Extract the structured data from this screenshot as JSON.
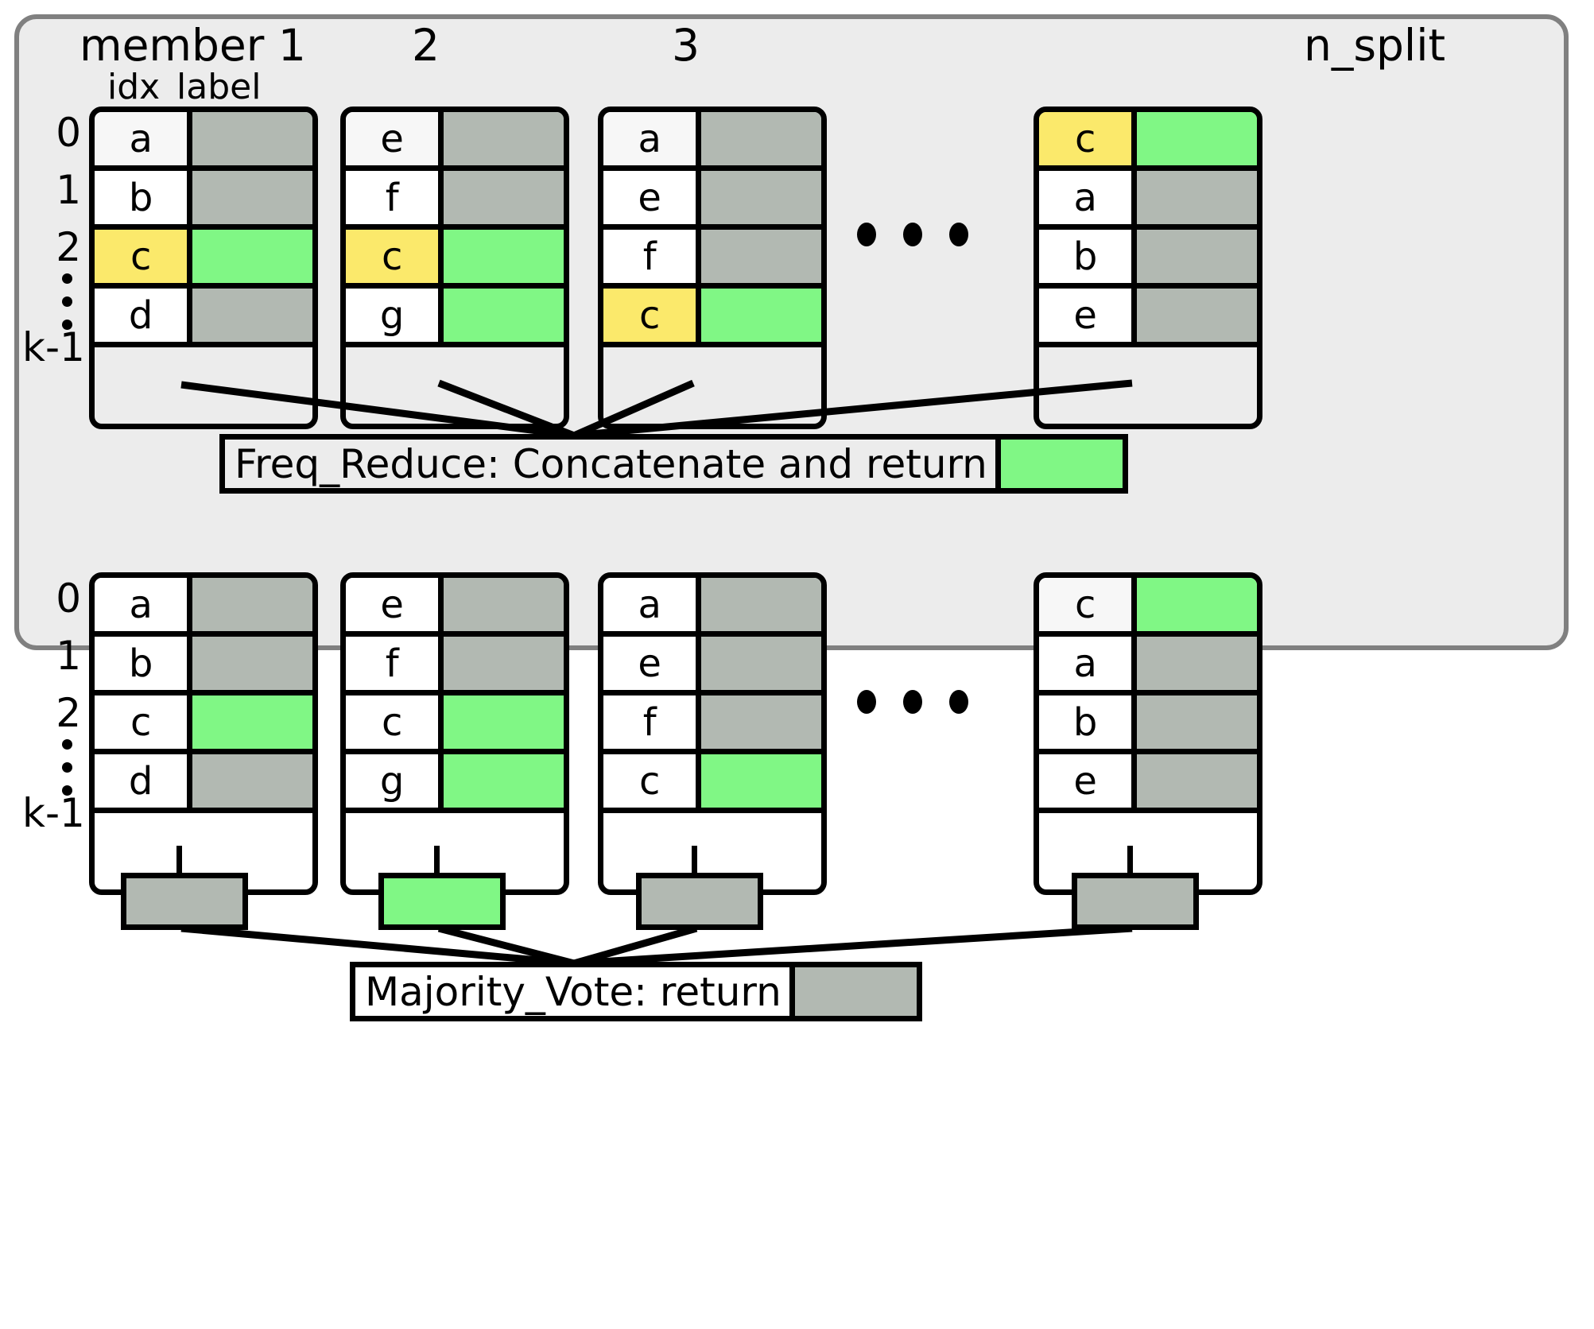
{
  "diagram": {
    "colors": {
      "panel_bg": "#ececec",
      "panel_border": "#808080",
      "grey_cell": "#b2b9b2",
      "green_cell": "#80f785",
      "yellow_cell": "#fbe96b",
      "white_cell": "#ffffff",
      "line": "#000000"
    }
  },
  "top_panel": {
    "member_headers": [
      "member  1",
      "2",
      "3",
      "n_split"
    ],
    "column_headers": {
      "idx": "idx",
      "label": "label"
    },
    "row_labels": [
      "0",
      "1",
      "2",
      "⋮",
      "k-1"
    ],
    "ellipsis": "• • •",
    "tables": [
      {
        "name": "member-1",
        "rows": [
          {
            "idx": "a",
            "idx_fill": "f-offwhite",
            "label_fill": "f-grey"
          },
          {
            "idx": "b",
            "idx_fill": "f-white",
            "label_fill": "f-grey"
          },
          {
            "idx": "c",
            "idx_fill": "f-yellow",
            "label_fill": "f-green"
          },
          {
            "idx": "d",
            "idx_fill": "f-white",
            "label_fill": "f-grey"
          },
          {
            "idx": "",
            "idx_fill": "f-none",
            "label_fill": "f-none"
          }
        ]
      },
      {
        "name": "member-2",
        "rows": [
          {
            "idx": "e",
            "idx_fill": "f-offwhite",
            "label_fill": "f-grey"
          },
          {
            "idx": "f",
            "idx_fill": "f-white",
            "label_fill": "f-grey"
          },
          {
            "idx": "c",
            "idx_fill": "f-yellow",
            "label_fill": "f-green"
          },
          {
            "idx": "g",
            "idx_fill": "f-white",
            "label_fill": "f-green"
          },
          {
            "idx": "",
            "idx_fill": "f-none",
            "label_fill": "f-none"
          }
        ]
      },
      {
        "name": "member-3",
        "rows": [
          {
            "idx": "a",
            "idx_fill": "f-offwhite",
            "label_fill": "f-grey"
          },
          {
            "idx": "e",
            "idx_fill": "f-white",
            "label_fill": "f-grey"
          },
          {
            "idx": "f",
            "idx_fill": "f-white",
            "label_fill": "f-grey"
          },
          {
            "idx": "c",
            "idx_fill": "f-yellow",
            "label_fill": "f-green"
          },
          {
            "idx": "",
            "idx_fill": "f-none",
            "label_fill": "f-none"
          }
        ]
      },
      {
        "name": "member-n-split",
        "rows": [
          {
            "idx": "c",
            "idx_fill": "f-yellow",
            "label_fill": "f-green"
          },
          {
            "idx": "a",
            "idx_fill": "f-white",
            "label_fill": "f-grey"
          },
          {
            "idx": "b",
            "idx_fill": "f-white",
            "label_fill": "f-grey"
          },
          {
            "idx": "e",
            "idx_fill": "f-white",
            "label_fill": "f-grey"
          },
          {
            "idx": "",
            "idx_fill": "f-none",
            "label_fill": "f-none"
          }
        ]
      }
    ],
    "result": {
      "text": "Freq_Reduce: Concatenate and return",
      "swatch_fill": "f-green"
    }
  },
  "bottom_panel": {
    "row_labels": [
      "0",
      "1",
      "2",
      "⋮",
      "k-1"
    ],
    "ellipsis": "• • •",
    "tables": [
      {
        "name": "member-1",
        "rows": [
          {
            "idx": "a",
            "idx_fill": "f-white",
            "label_fill": "f-grey"
          },
          {
            "idx": "b",
            "idx_fill": "f-white",
            "label_fill": "f-grey"
          },
          {
            "idx": "c",
            "idx_fill": "f-white",
            "label_fill": "f-green"
          },
          {
            "idx": "d",
            "idx_fill": "f-white",
            "label_fill": "f-grey"
          },
          {
            "idx": "",
            "idx_fill": "f-none",
            "label_fill": "f-none"
          }
        ],
        "chip_fill": "f-grey"
      },
      {
        "name": "member-2",
        "rows": [
          {
            "idx": "e",
            "idx_fill": "f-white",
            "label_fill": "f-grey"
          },
          {
            "idx": "f",
            "idx_fill": "f-white",
            "label_fill": "f-grey"
          },
          {
            "idx": "c",
            "idx_fill": "f-white",
            "label_fill": "f-green"
          },
          {
            "idx": "g",
            "idx_fill": "f-white",
            "label_fill": "f-green"
          },
          {
            "idx": "",
            "idx_fill": "f-none",
            "label_fill": "f-none"
          }
        ],
        "chip_fill": "f-green"
      },
      {
        "name": "member-3",
        "rows": [
          {
            "idx": "a",
            "idx_fill": "f-white",
            "label_fill": "f-grey"
          },
          {
            "idx": "e",
            "idx_fill": "f-white",
            "label_fill": "f-grey"
          },
          {
            "idx": "f",
            "idx_fill": "f-white",
            "label_fill": "f-grey"
          },
          {
            "idx": "c",
            "idx_fill": "f-white",
            "label_fill": "f-green"
          },
          {
            "idx": "",
            "idx_fill": "f-none",
            "label_fill": "f-none"
          }
        ],
        "chip_fill": "f-grey"
      },
      {
        "name": "member-n-split",
        "rows": [
          {
            "idx": "c",
            "idx_fill": "f-offwhite",
            "label_fill": "f-green"
          },
          {
            "idx": "a",
            "idx_fill": "f-white",
            "label_fill": "f-grey"
          },
          {
            "idx": "b",
            "idx_fill": "f-white",
            "label_fill": "f-grey"
          },
          {
            "idx": "e",
            "idx_fill": "f-white",
            "label_fill": "f-grey"
          },
          {
            "idx": "",
            "idx_fill": "f-none",
            "label_fill": "f-none"
          }
        ],
        "chip_fill": "f-grey"
      }
    ],
    "result": {
      "text": "Majority_Vote: return",
      "swatch_fill": "f-grey"
    }
  }
}
